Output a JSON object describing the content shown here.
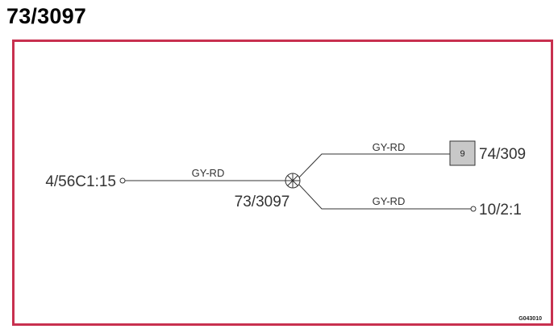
{
  "title": "73/3097",
  "colors": {
    "frame_border": "#c8304f",
    "wire": "#333333",
    "connector_fill": "#c8c8c8",
    "text": "#333333"
  },
  "diagram": {
    "left_terminal": "4/56C1:15",
    "splice": "73/3097",
    "connector_label": "74/309",
    "connector_pin": "9",
    "right_terminal": "10/2:1",
    "wire_left": "GY-RD",
    "wire_upper": "GY-RD",
    "wire_lower": "GY-RD",
    "drawing_code": "G043010"
  }
}
